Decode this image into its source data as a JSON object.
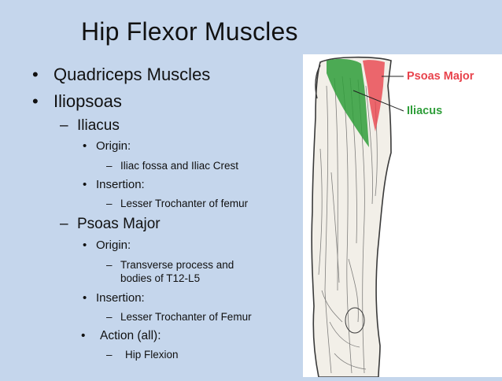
{
  "title": "Hip Flexor Muscles",
  "bullets": {
    "b1": "•",
    "b2": "•",
    "dash": "–",
    "dot": "•"
  },
  "items": {
    "quadriceps": "Quadriceps Muscles",
    "iliopsoas": "Iliopsoas",
    "iliacus": "Iliacus",
    "iliacus_origin_label": "Origin:",
    "iliacus_origin": "Iliac fossa and Iliac Crest",
    "iliacus_insertion_label": "Insertion:",
    "iliacus_insertion": "Lesser Trochanter of femur",
    "psoas": "Psoas Major",
    "psoas_origin_label": "Origin:",
    "psoas_origin_1": "Transverse process and",
    "psoas_origin_2": "bodies of T12-L5",
    "psoas_insertion_label": "Insertion:",
    "psoas_insertion": "Lesser Trochanter of Femur",
    "action_label": "Action (all):",
    "action": "Hip Flexion"
  },
  "figure": {
    "label_psoas": "Psoas Major",
    "label_iliacus": "Iliacus",
    "psoas_color": "#e8434c",
    "iliacus_color": "#2f9e3a"
  }
}
